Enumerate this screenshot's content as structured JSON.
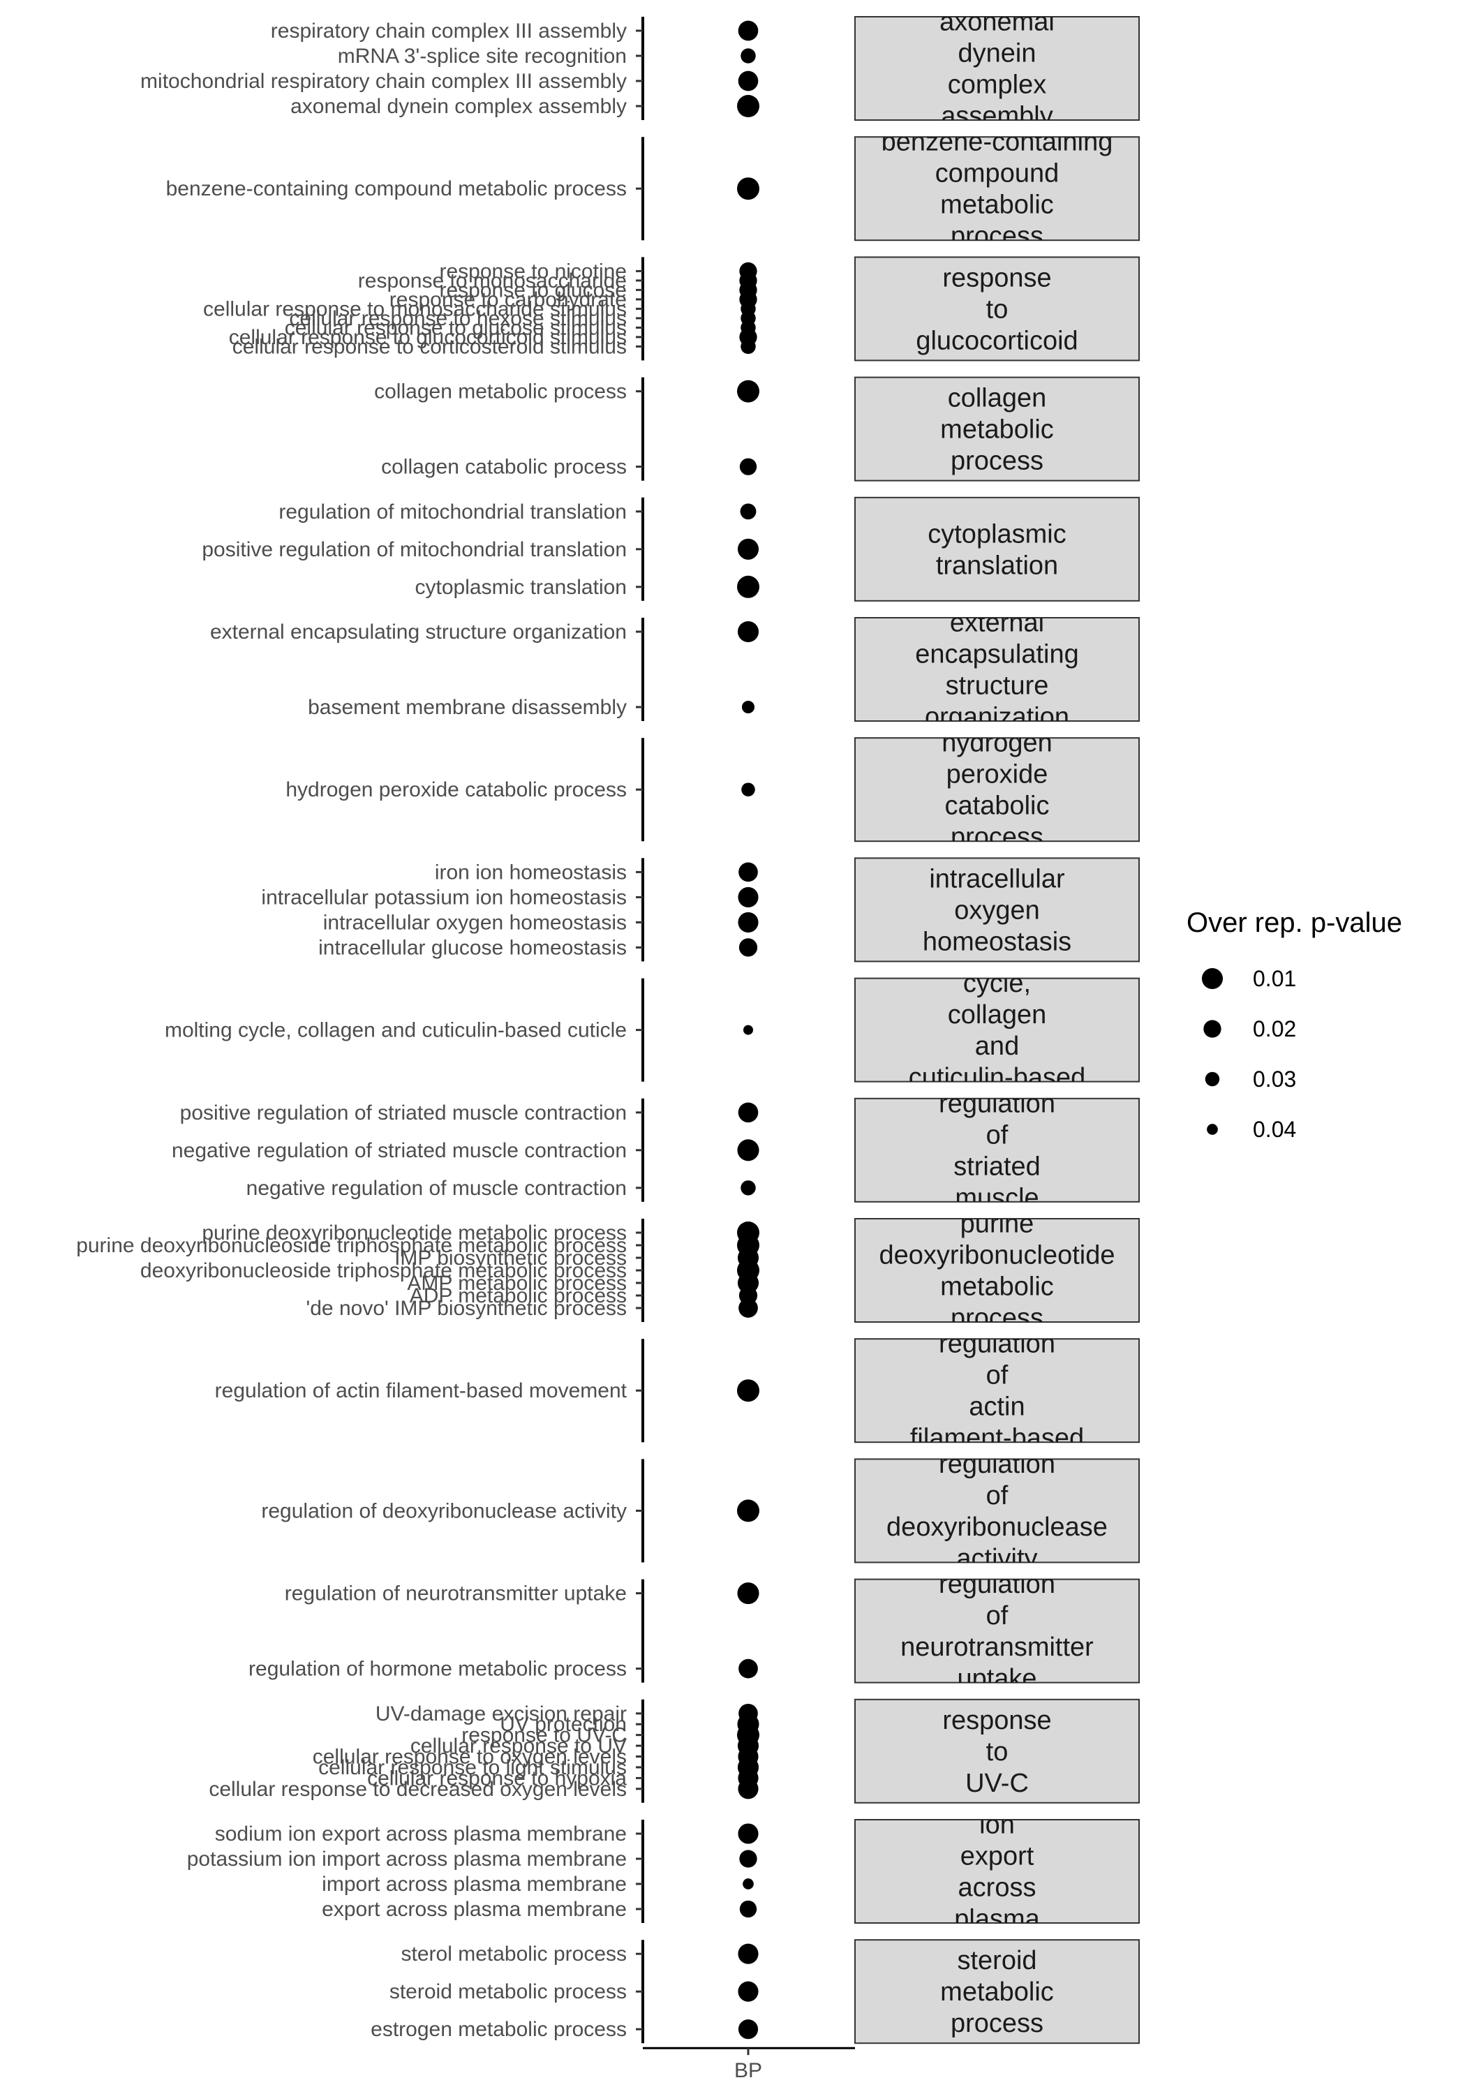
{
  "chart_data": {
    "type": "scatter",
    "x_category": "BP",
    "legend": {
      "title": "Over rep. p-value",
      "placement": "right",
      "entries": [
        {
          "label": "0.01",
          "p": 0.01
        },
        {
          "label": "0.02",
          "p": 0.02
        },
        {
          "label": "0.03",
          "p": 0.03
        },
        {
          "label": "0.04",
          "p": 0.04
        }
      ]
    },
    "groups": [
      {
        "strip_lines": [
          "axonemal",
          "dynein",
          "complex",
          "assembly"
        ],
        "terms": [
          {
            "label": "respiratory chain complex III assembly",
            "p": 0.013
          },
          {
            "label": "mRNA 3'-splice site recognition",
            "p": 0.028
          },
          {
            "label": "mitochondrial respiratory chain complex III assembly",
            "p": 0.013
          },
          {
            "label": "axonemal dynein complex assembly",
            "p": 0.006
          }
        ]
      },
      {
        "strip_lines": [
          "benzene-containing",
          "compound",
          "metabolic",
          "process"
        ],
        "terms": [
          {
            "label": "benzene-containing compound metabolic process",
            "p": 0.006
          }
        ]
      },
      {
        "strip_lines": [
          "response",
          "to",
          "glucocorticoid"
        ],
        "terms": [
          {
            "label": "response to nicotine",
            "p": 0.02
          },
          {
            "label": "response to monosaccharide",
            "p": 0.02
          },
          {
            "label": "response to glucose",
            "p": 0.02
          },
          {
            "label": "response to carbohydrate",
            "p": 0.02
          },
          {
            "label": "cellular response to monosaccharide stimulus",
            "p": 0.028
          },
          {
            "label": "cellular response to hexose stimulus",
            "p": 0.028
          },
          {
            "label": "cellular response to glucose stimulus",
            "p": 0.028
          },
          {
            "label": "cellular response to glucocorticoid stimulus",
            "p": 0.02
          },
          {
            "label": "cellular response to corticosteroid stimulus",
            "p": 0.028
          }
        ]
      },
      {
        "strip_lines": [
          "collagen",
          "metabolic",
          "process"
        ],
        "terms": [
          {
            "label": "collagen metabolic process",
            "p": 0.006
          },
          {
            "label": "collagen catabolic process",
            "p": 0.022
          }
        ]
      },
      {
        "strip_lines": [
          "cytoplasmic",
          "translation"
        ],
        "terms": [
          {
            "label": "regulation of mitochondrial translation",
            "p": 0.025
          },
          {
            "label": "positive regulation of mitochondrial translation",
            "p": 0.01
          },
          {
            "label": "cytoplasmic translation",
            "p": 0.006
          }
        ]
      },
      {
        "strip_lines": [
          "external",
          "encapsulating",
          "structure",
          "organization"
        ],
        "terms": [
          {
            "label": "external encapsulating structure organization",
            "p": 0.01
          },
          {
            "label": "basement membrane disassembly",
            "p": 0.035
          }
        ]
      },
      {
        "strip_lines": [
          "hydrogen",
          "peroxide",
          "catabolic",
          "process"
        ],
        "terms": [
          {
            "label": "hydrogen peroxide catabolic process",
            "p": 0.032
          }
        ]
      },
      {
        "strip_lines": [
          "intracellular",
          "oxygen",
          "homeostasis"
        ],
        "terms": [
          {
            "label": "iron ion homeostasis",
            "p": 0.015
          },
          {
            "label": "intracellular potassium ion homeostasis",
            "p": 0.012
          },
          {
            "label": "intracellular oxygen homeostasis",
            "p": 0.012
          },
          {
            "label": "intracellular glucose homeostasis",
            "p": 0.018
          }
        ]
      },
      {
        "strip_lines": [
          "cycle,",
          "collagen",
          "and",
          "cuticulin-based"
        ],
        "terms": [
          {
            "label": "molting cycle, collagen and cuticulin-based cuticle",
            "p": 0.045
          }
        ]
      },
      {
        "strip_lines": [
          "regulation",
          "of",
          "striated",
          "muscle"
        ],
        "terms": [
          {
            "label": "positive regulation of striated muscle contraction",
            "p": 0.013
          },
          {
            "label": "negative regulation of striated muscle contraction",
            "p": 0.008
          },
          {
            "label": "negative regulation of muscle contraction",
            "p": 0.028
          }
        ]
      },
      {
        "strip_lines": [
          "purine",
          "deoxyribonucleotide",
          "metabolic",
          "process"
        ],
        "terms": [
          {
            "label": "purine deoxyribonucleotide metabolic process",
            "p": 0.006
          },
          {
            "label": "purine deoxyribonucleoside triphosphate metabolic process",
            "p": 0.006
          },
          {
            "label": "IMP biosynthetic process",
            "p": 0.01
          },
          {
            "label": "deoxyribonucleoside triphosphate metabolic process",
            "p": 0.006
          },
          {
            "label": "AMP metabolic process",
            "p": 0.01
          },
          {
            "label": "ADP metabolic process",
            "p": 0.018
          },
          {
            "label": "'de novo' IMP biosynthetic process",
            "p": 0.015
          }
        ]
      },
      {
        "strip_lines": [
          "regulation",
          "of",
          "actin",
          "filament-based"
        ],
        "terms": [
          {
            "label": "regulation of actin filament-based movement",
            "p": 0.006
          }
        ]
      },
      {
        "strip_lines": [
          "regulation",
          "of",
          "deoxyribonuclease",
          "activity"
        ],
        "terms": [
          {
            "label": "regulation of deoxyribonuclease activity",
            "p": 0.006
          }
        ]
      },
      {
        "strip_lines": [
          "regulation",
          "of",
          "neurotransmitter",
          "uptake"
        ],
        "terms": [
          {
            "label": "regulation of neurotransmitter uptake",
            "p": 0.008
          },
          {
            "label": "regulation of hormone metabolic process",
            "p": 0.015
          }
        ]
      },
      {
        "strip_lines": [
          "response",
          "to",
          "UV-C"
        ],
        "terms": [
          {
            "label": "UV-damage excision repair",
            "p": 0.015
          },
          {
            "label": "UV protection",
            "p": 0.008
          },
          {
            "label": "response to UV-C",
            "p": 0.006
          },
          {
            "label": "cellular response to UV",
            "p": 0.01
          },
          {
            "label": "cellular response to oxygen levels",
            "p": 0.012
          },
          {
            "label": "cellular response to light stimulus",
            "p": 0.01
          },
          {
            "label": "cellular response to hypoxia",
            "p": 0.012
          },
          {
            "label": "cellular response to decreased oxygen levels",
            "p": 0.012
          }
        ]
      },
      {
        "strip_lines": [
          "ion",
          "export",
          "across",
          "plasma"
        ],
        "terms": [
          {
            "label": "sodium ion export across plasma membrane",
            "p": 0.012
          },
          {
            "label": "potassium ion import across plasma membrane",
            "p": 0.02
          },
          {
            "label": "import across plasma membrane",
            "p": 0.04
          },
          {
            "label": "export across plasma membrane",
            "p": 0.022
          }
        ]
      },
      {
        "strip_lines": [
          "steroid",
          "metabolic",
          "process"
        ],
        "terms": [
          {
            "label": "sterol metabolic process",
            "p": 0.012
          },
          {
            "label": "steroid metabolic process",
            "p": 0.012
          },
          {
            "label": "estrogen metabolic process",
            "p": 0.014
          }
        ]
      }
    ]
  }
}
